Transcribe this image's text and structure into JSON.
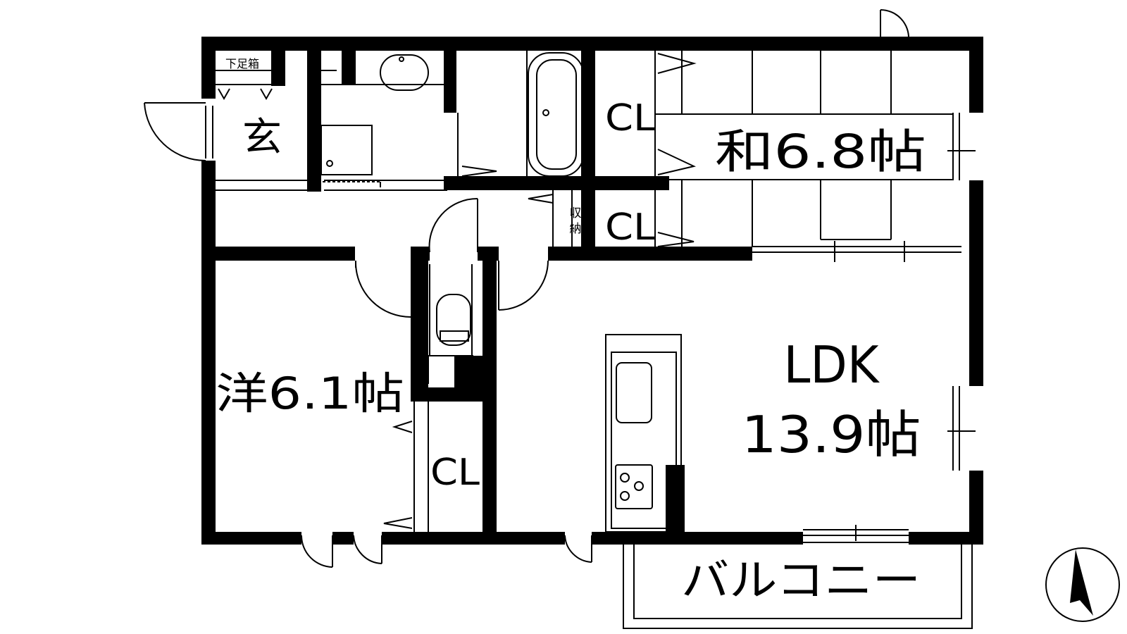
{
  "rooms": {
    "genkan": "玄",
    "shoe_cabinet": "下足箱",
    "washitsu": "和6.8帖",
    "youshitsu": "洋6.1帖",
    "ldk_name": "LDK",
    "ldk_size": "13.9帖",
    "closet_top": "CL",
    "closet_mid": "CL",
    "closet_bottom": "CL",
    "storage_1": "収",
    "storage_2": "納",
    "balcony": "バルコニー"
  },
  "colors": {
    "wall": "#000000",
    "line": "#000000",
    "background": "#ffffff"
  },
  "icons": {
    "compass": "north-arrow-icon"
  }
}
